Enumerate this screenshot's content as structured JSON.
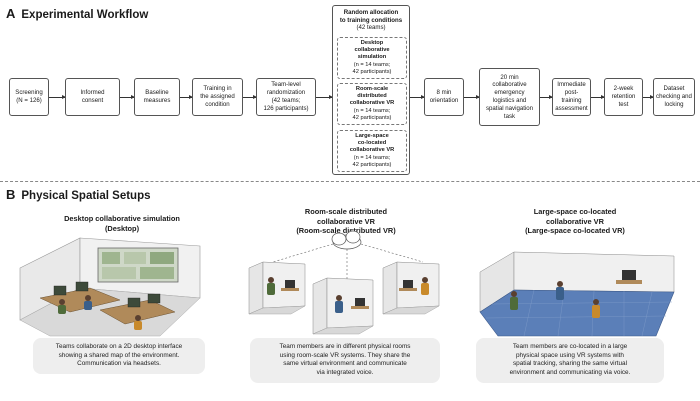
{
  "panel_a": {
    "letter": "A",
    "title": "Experimental Workflow"
  },
  "panel_b": {
    "letter": "B",
    "title": "Physical Spatial Setups"
  },
  "workflow": {
    "screening": "Screening\n(N = 126)",
    "consent": "Informed\nconsent",
    "baseline": "Baseline\nmeasures",
    "training": "Training in\nthe assigned\ncondition",
    "randomization": "Team-level\nrandomization\n(42 teams;\n126 participants)",
    "orientation": "8 min\norientation",
    "task": "20 min\ncollaborative\nemergency\nlogistics and\nspatial navigation\ntask",
    "assessment": "Immediate\npost-\ntraining\nassessment",
    "retention": "2-week\nretention\ntest",
    "dataset": "Dataset\nchecking and\nlocking"
  },
  "allocation": {
    "title": "Random allocation\nto training conditions",
    "count": "(42 teams)",
    "conditions": [
      {
        "name": "Desktop\ncollaborative\nsimulation",
        "detail": "(n = 14 teams;\n42 participants)"
      },
      {
        "name": "Room-scale\ndistributed\ncollaborative VR",
        "detail": "(n = 14 teams;\n42 participants)"
      },
      {
        "name": "Large-space\nco-located\ncollaborative VR",
        "detail": "(n = 14 teams;\n42 participants)"
      }
    ]
  },
  "setups": [
    {
      "title": "Desktop collaborative simulation\n(Desktop)",
      "caption": "Teams collaborate on a 2D desktop interface\nshowing a shared map of the environment.\nCommunication via headsets."
    },
    {
      "title": "Room-scale distributed\ncollaborative VR\n(Room-scale distributed VR)",
      "caption": "Team members are in different physical rooms\nusing room-scale VR systems. They share the\nsame virtual environment and communicate\nvia integrated voice."
    },
    {
      "title": "Large-space co-located\ncollaborative VR\n(Large-space co-located VR)",
      "caption": "Team members are co-located in a large\nphysical space using VR systems with\nspatial tracking, sharing the same virtual\nenvironment and communicating via voice."
    }
  ],
  "colors": {
    "floor_blue": "#5b7fb8",
    "wall_grey": "#e6e6e6",
    "shirt_green": "#4f6b3a",
    "shirt_blue": "#3a5f8a",
    "shirt_orange": "#c98a2b"
  }
}
